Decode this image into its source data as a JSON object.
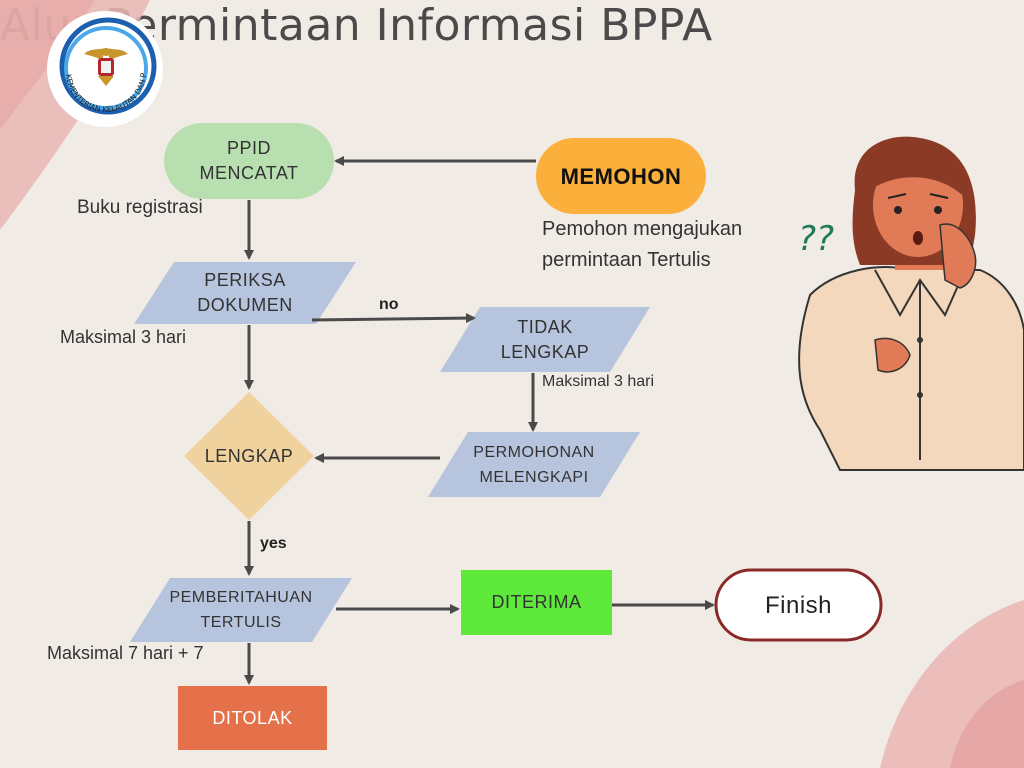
{
  "title": "Alur Permintaan Informasi BPPA",
  "logo": {
    "ring_text": "KEMENTERIAN KELAUTAN DAN PERIKANAN"
  },
  "nodes": {
    "memohon": {
      "label": "MEMOHON",
      "color": "#fbb03b"
    },
    "ppid": {
      "line1": "PPID",
      "line2": "MENCATAT",
      "color": "#b8dfb0"
    },
    "periksa": {
      "line1": "PERIKSA",
      "line2": "DOKUMEN",
      "color": "#b6c4dd"
    },
    "tidak_lengkap": {
      "line1": "TIDAK",
      "line2": "LENGKAP",
      "color": "#b6c4dd"
    },
    "permohonan": {
      "line1": "PERMOHONAN",
      "line2": "MELENGKAPI",
      "color": "#b6c4dd"
    },
    "lengkap": {
      "label": "LENGKAP",
      "color": "#f0d29e"
    },
    "pemberitahuan": {
      "line1": "PEMBERITAHUAN",
      "line2": "TERTULIS",
      "color": "#b6c4dd"
    },
    "diterima": {
      "label": "DITERIMA",
      "color": "#5ee83a"
    },
    "ditolak": {
      "label": "DITOLAK",
      "color": "#e4714a"
    },
    "finish": {
      "label": "Finish",
      "border": "#8a2a28"
    }
  },
  "notes": {
    "memohon_line1": "Pemohon mengajukan",
    "memohon_line2": "permintaan Tertulis",
    "buku": "Buku registrasi",
    "maks3_a": "Maksimal 3 hari",
    "maks3_b": "Maksimal 3 hari",
    "maks7": "Maksimal 7 hari + 7"
  },
  "edge_labels": {
    "no": "no",
    "yes": "yes"
  },
  "illustration": {
    "question_marks": "??"
  }
}
